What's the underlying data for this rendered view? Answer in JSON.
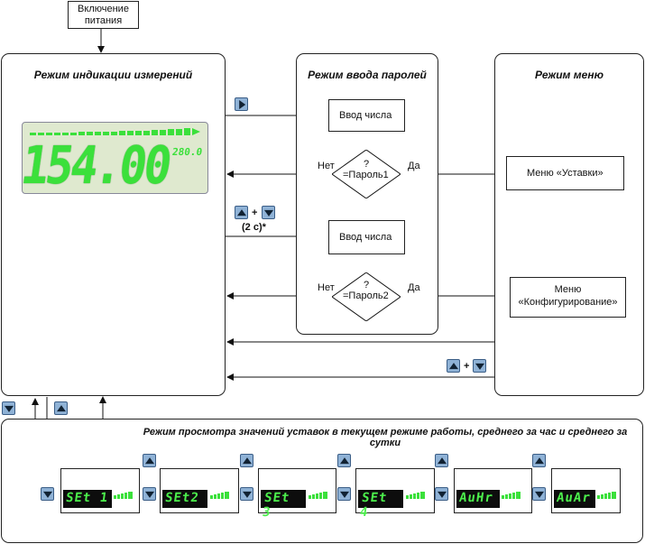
{
  "power_on": "Включение питания",
  "panels": {
    "measure": {
      "title": "Режим индикации измерений"
    },
    "password": {
      "title": "Режим ввода паролей"
    },
    "menu": {
      "title": "Режим меню"
    },
    "view": {
      "title": "Режим просмотра значений уставок в текущем режиме работы, среднего за час и среднего за сутки"
    }
  },
  "lcd": {
    "main": "154.00",
    "small": "280.0"
  },
  "password_flow": {
    "enter1": "Ввод числа",
    "enter2": "Ввод числа",
    "q1": "?",
    "cond1": "=Пароль1",
    "q2": "?",
    "cond2": "=Пароль2",
    "no1": "Нет",
    "yes1": "Да",
    "no2": "Нет",
    "yes2": "Да",
    "hold_time": "(2 с)*"
  },
  "menu_items": {
    "setpoints": "Меню «Уставки»",
    "config_line1": "Меню",
    "config_line2": "«Конфигурирование»"
  },
  "plus": "+",
  "screens": [
    "SEt 1",
    "SEt2",
    "SEt 3",
    "SEt 4",
    "AuHr",
    "AuAr"
  ],
  "colors": {
    "lcd_green": "#3be03b",
    "lcd_bg": "#dfe9cf",
    "button_blue": "#8fb2d6"
  },
  "icons": [
    "right-arrow-key-icon",
    "up-arrow-key-icon",
    "down-arrow-key-icon"
  ]
}
